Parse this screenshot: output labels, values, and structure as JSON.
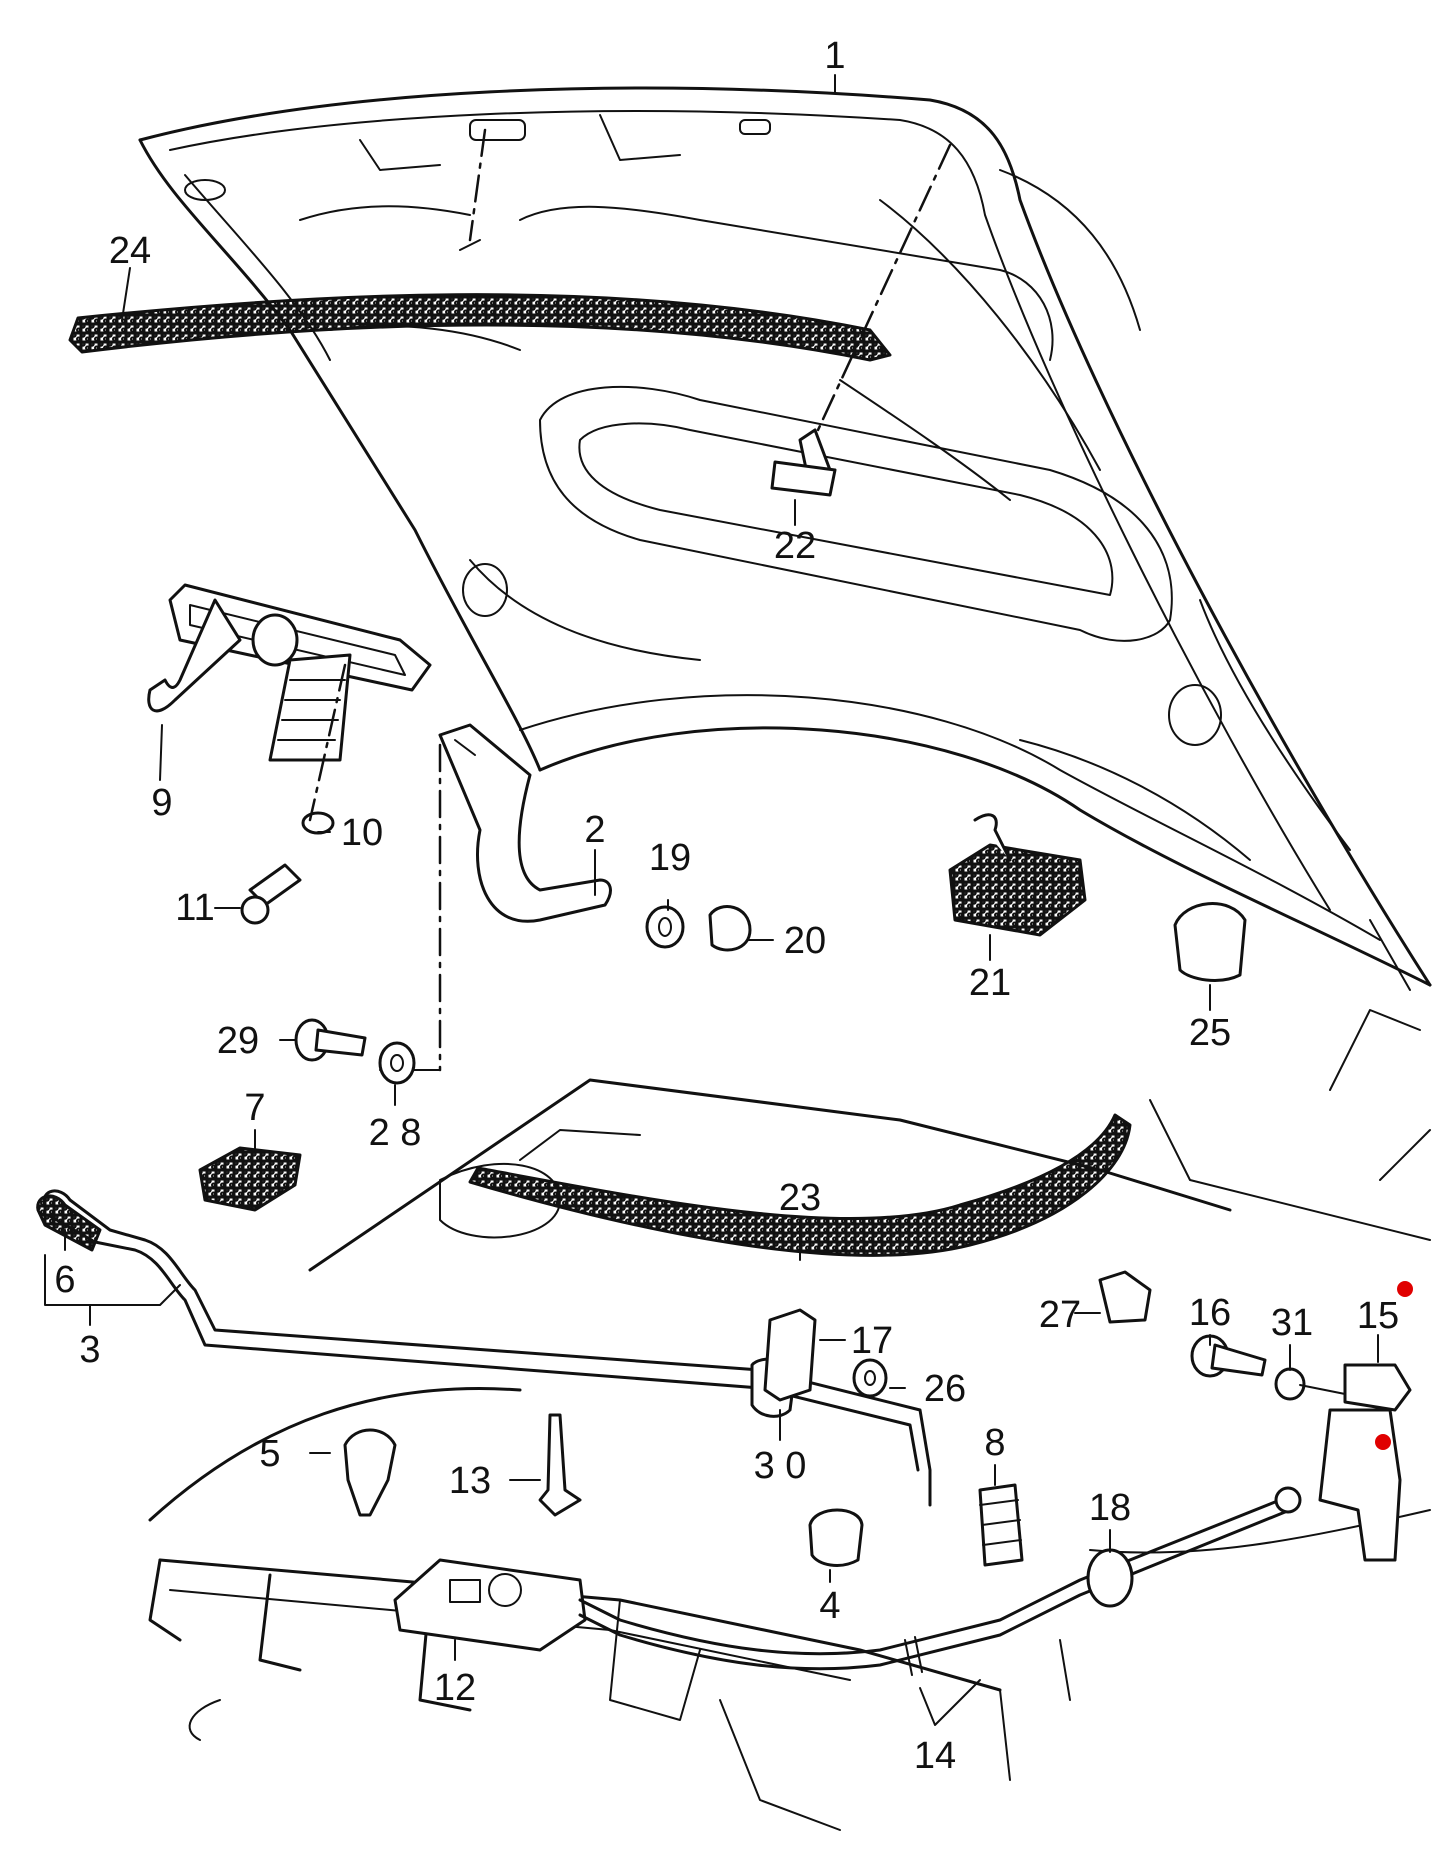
{
  "labels": {
    "p1": "1",
    "p2": "2",
    "p3": "3",
    "p4": "4",
    "p5": "5",
    "p6": "6",
    "p7": "7",
    "p8": "8",
    "p9": "9",
    "p10": "10",
    "p11": "11",
    "p12": "12",
    "p13": "13",
    "p14": "14",
    "p15": "15",
    "p16": "16",
    "p17": "17",
    "p18": "18",
    "p19": "19",
    "p20": "20",
    "p21": "21",
    "p22": "22",
    "p23": "23",
    "p24": "24",
    "p25": "25",
    "p26": "26",
    "p27": "27",
    "p28": "2 8",
    "p29": "29",
    "p30": "3 0",
    "p31": "31"
  },
  "colors": {
    "line": "#111111",
    "marker": "#e00000",
    "background": "#ffffff"
  }
}
